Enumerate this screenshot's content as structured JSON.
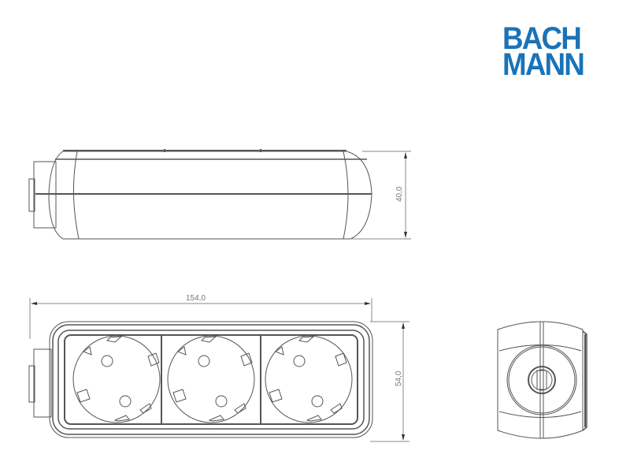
{
  "brand": {
    "logo_line1": "BACH",
    "logo_line2": "MANN",
    "color": "#1a73b8"
  },
  "drawing": {
    "line_color": "#555555",
    "dimension_color": "#888888",
    "views": [
      {
        "name": "side-view",
        "height_dimension": "40,0"
      },
      {
        "name": "top-view",
        "length_dimension": "154,0",
        "height_dimension": "54,0",
        "socket_count": 3
      },
      {
        "name": "end-view"
      }
    ]
  },
  "dimensions": {
    "side_height": "40,0",
    "length": "154,0",
    "width": "54,0"
  }
}
